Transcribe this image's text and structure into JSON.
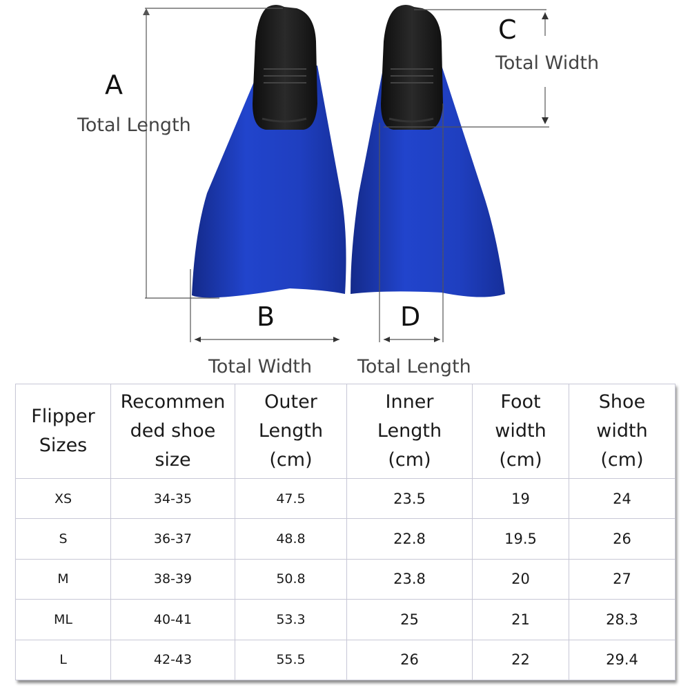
{
  "diagram": {
    "labels": {
      "a_letter": "A",
      "a_text": "Total Length",
      "b_letter": "B",
      "b_text": "Total Width",
      "c_letter": "C",
      "c_text": "Total Width",
      "d_letter": "D",
      "d_text": "Total Length"
    },
    "colors": {
      "blade": "#1f3fc0",
      "blade_dark": "#142a8a",
      "foot_pocket": "#1c1c1c"
    }
  },
  "table": {
    "headers": [
      "Flipper\nSizes",
      "Recommen\nded shoe\nsize",
      "Outer\nLength\n(cm)",
      "Inner\nLength\n(cm)",
      "Foot\nwidth\n(cm)",
      "Shoe\nwidth\n(cm)"
    ],
    "rows": [
      [
        "XS",
        "34-35",
        "47.5",
        "23.5",
        "19",
        "24"
      ],
      [
        "S",
        "36-37",
        "48.8",
        "22.8",
        "19.5",
        "26"
      ],
      [
        "M",
        "38-39",
        "50.8",
        "23.8",
        "20",
        "27"
      ],
      [
        "ML",
        "40-41",
        "53.3",
        "25",
        "21",
        "28.3"
      ],
      [
        "L",
        "42-43",
        "55.5",
        "26",
        "22",
        "29.4"
      ]
    ]
  }
}
